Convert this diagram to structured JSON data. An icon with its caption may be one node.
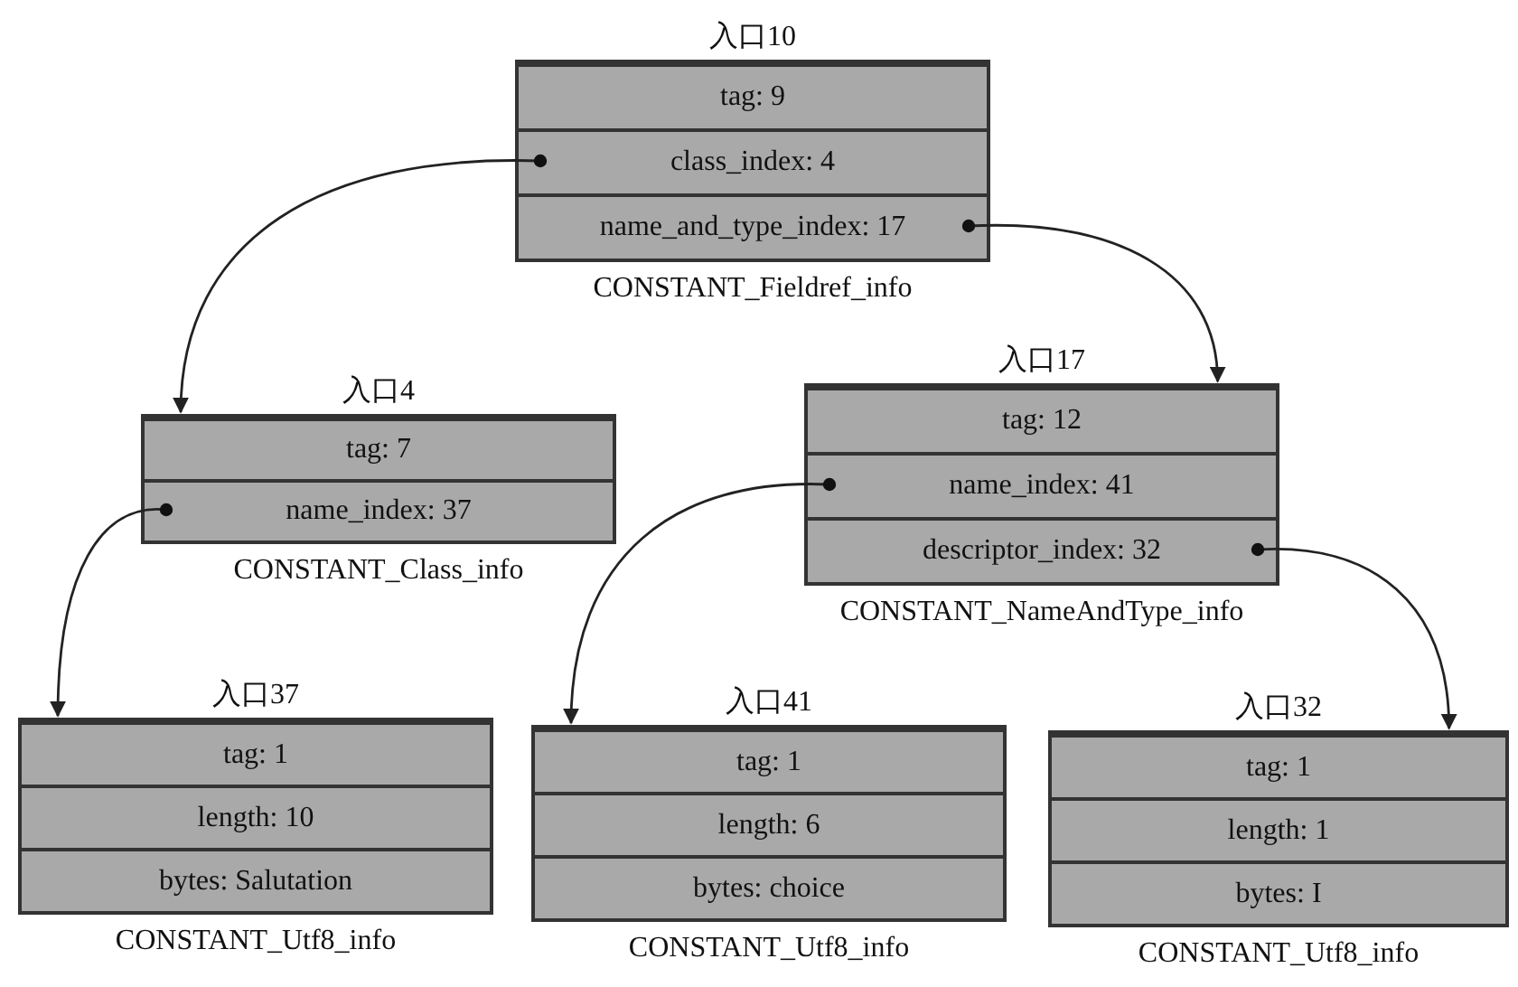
{
  "diagram": {
    "nodes": [
      {
        "text": [
          "入口10"
        ],
        "beside": [
          "CONSTANT_Fieldref_info"
        ]
      },
      {
        "text": [
          "tag: 9"
        ],
        "in": 0
      },
      {
        "text": [
          "class_index: 4"
        ],
        "in": 0
      },
      {
        "text": [
          "name_and_type_index: 17"
        ],
        "in": 0
      },
      {
        "text": [
          "入口4"
        ],
        "beside": [
          "CONSTANT_Class_info"
        ]
      },
      {
        "text": [
          "tag: 7"
        ],
        "in": 4
      },
      {
        "text": [
          "name_index: 37"
        ],
        "in": 4
      },
      {
        "text": [
          "入口17"
        ],
        "beside": [
          "CONSTANT_NameAndType_info"
        ]
      },
      {
        "text": [
          "tag: 12"
        ],
        "in": 7
      },
      {
        "text": [
          "name_index: 41"
        ],
        "in": 7
      },
      {
        "text": [
          "descriptor_index: 32"
        ],
        "in": 7
      },
      {
        "text": [
          "入口37"
        ],
        "beside": [
          "CONSTANT_Utf8_info"
        ]
      },
      {
        "text": [
          "tag: 1"
        ],
        "in": 11
      },
      {
        "text": [
          "length: 10"
        ],
        "in": 11
      },
      {
        "text": [
          "bytes: Salutation"
        ],
        "in": 11
      },
      {
        "text": [
          "入口41"
        ],
        "beside": [
          "CONSTANT_Utf8_info"
        ]
      },
      {
        "text": [
          "tag: 1"
        ],
        "in": 15
      },
      {
        "text": [
          "length: 6"
        ],
        "in": 15
      },
      {
        "text": [
          "bytes: choice"
        ],
        "in": 15
      },
      {
        "text": [
          "入口32"
        ],
        "beside": [
          "CONSTANT_Utf8_info"
        ]
      },
      {
        "text": [
          "tag: 1"
        ],
        "in": 19
      },
      {
        "text": [
          "length: 1"
        ],
        "in": 19
      },
      {
        "text": [
          "bytes: I"
        ],
        "in": 19
      }
    ],
    "edges": [
      {
        "from": 2,
        "to": 4,
        "arrow": "to"
      },
      {
        "from": 3,
        "to": 7,
        "arrow": "to"
      },
      {
        "from": 6,
        "to": 11,
        "arrow": "to"
      },
      {
        "from": 9,
        "to": 15,
        "arrow": "to"
      },
      {
        "from": 10,
        "to": 19,
        "arrow": "to"
      }
    ]
  }
}
